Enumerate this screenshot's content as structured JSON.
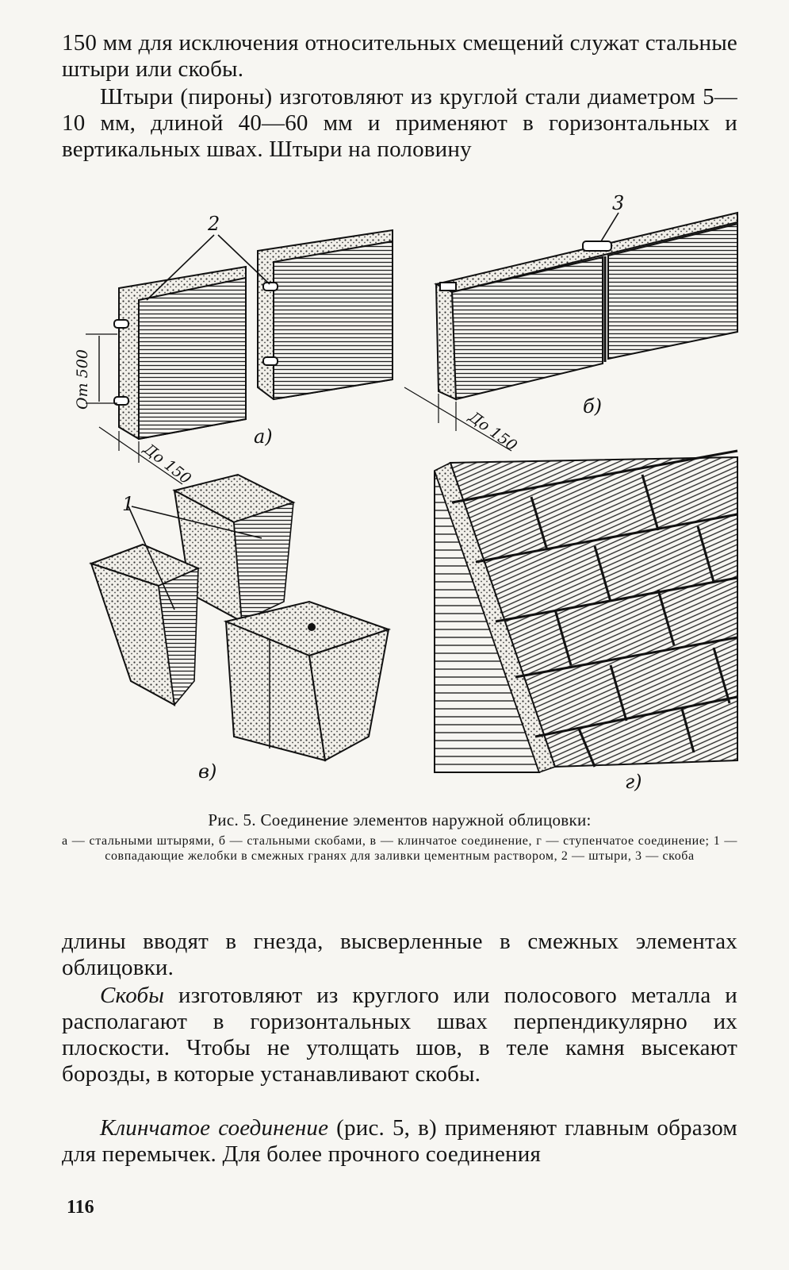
{
  "body": {
    "p1": "150 мм для исключения относительных смещений служат стальные штыри или скобы.",
    "p2": "Штыри (пироны) изготовляют из круглой стали диаметром 5—10 мм, длиной 40—60 мм и применяют в горизонтальных и вертикальных швах. Штыри на половину",
    "p3": "длины вводят в гнезда, высверленные в смежных элементах облицовки.",
    "p4_term": "Скобы",
    "p4_rest": " изготовляют из круглого или полосового металла и располагают в горизонтальных швах перпендикулярно их плоскости. Чтобы не утолщать шов, в теле камня высекают борозды, в которые устанавливают скобы.",
    "p5_term": "Клинчатое соединение",
    "p5_rest": " (рис. 5, в) применяют главным образом для перемычек. Для более прочного соединения"
  },
  "figure": {
    "caption_title": "Рис. 5. Соединение элементов наружной облицовки:",
    "caption_body": "а — стальными штырями, б — стальными скобами, в — клинчатое соединение, г — ступенчатое соединение; 1 — совпадающие желобки в смежных гранях для заливки цементным раствором, 2 — штыри, 3 — скоба",
    "panel_labels": {
      "a": "а)",
      "b": "б)",
      "v": "в)",
      "g": "г)"
    },
    "callouts": {
      "one": "1",
      "two": "2",
      "three": "3"
    },
    "dimensions": {
      "a_vertical": "От 500",
      "a_depth": "До 150",
      "b_depth": "До 150"
    }
  },
  "page_number": "116"
}
